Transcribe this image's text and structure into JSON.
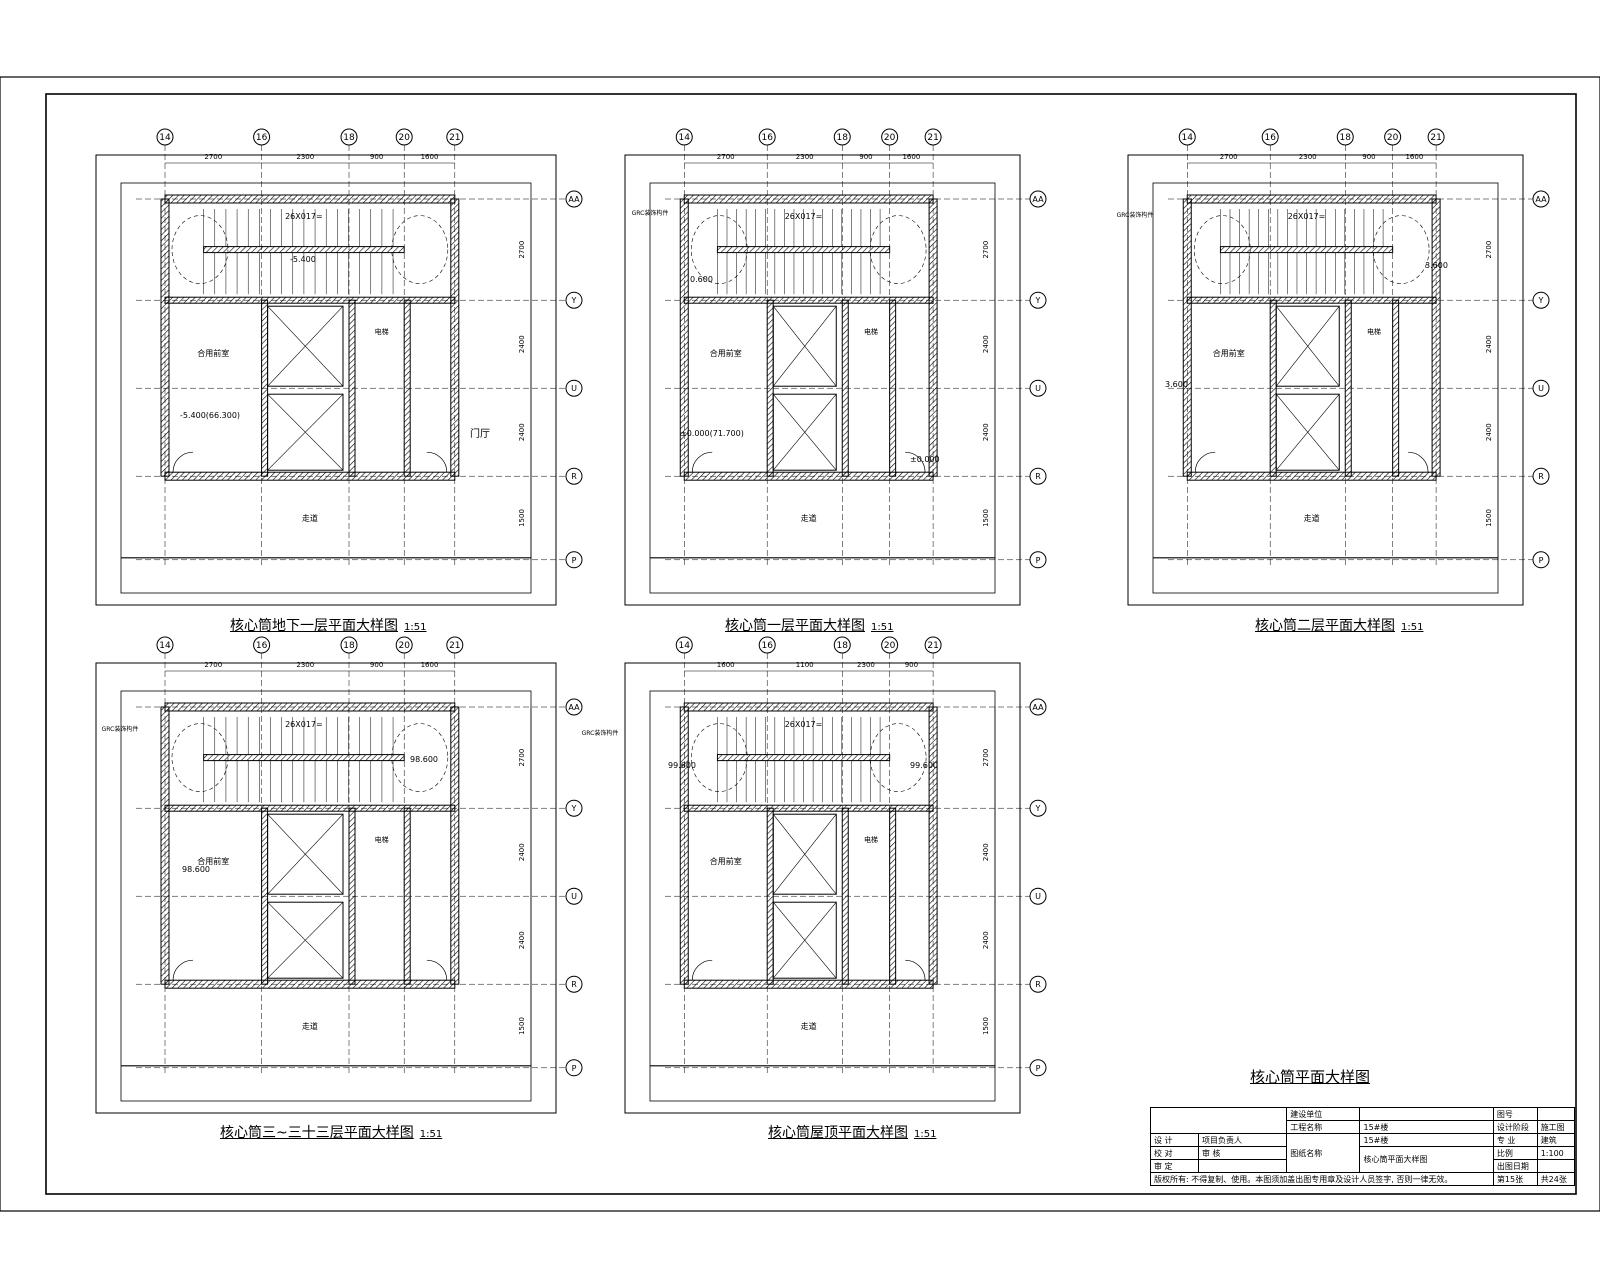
{
  "grid_columns": [
    "14",
    "16",
    "18",
    "20",
    "21"
  ],
  "grid_rows": [
    "AA",
    "Y",
    "U",
    "R",
    "P"
  ],
  "col_dims_a": [
    "2700",
    "2300",
    "900",
    "1600"
  ],
  "col_dims_b": [
    "1600",
    "1100",
    "2300",
    "900",
    "1600"
  ],
  "row_dims": [
    "2700",
    "2400",
    "2400",
    "1500"
  ],
  "plans": [
    {
      "title": "核心筒地下一层平面大样图",
      "scale": "1:51"
    },
    {
      "title": "核心筒一层平面大样图",
      "scale": "1:51"
    },
    {
      "title": "核心筒二层平面大样图",
      "scale": "1:51"
    },
    {
      "title": "核心筒三~三十三层平面大样图",
      "scale": "1:51"
    },
    {
      "title": "核心筒屋顶平面大样图",
      "scale": "1:51"
    }
  ],
  "sheet_title": "核心筒平面大样图",
  "labels": {
    "stair_a": "26X017=",
    "grc": "GRC装饰构件",
    "l1": "-5.400",
    "l2": "-5.400(66.300)",
    "l3": "±0.000(71.700)",
    "l4": "3.600",
    "l5": "98.600",
    "l6": "0.600",
    "l7": "±0.000",
    "l8": "99.600",
    "hall": "合用前室",
    "corridor": "走道",
    "door": "门厅",
    "elev": "电梯"
  },
  "title_block": {
    "unit": "建设单位",
    "project": "工程名称",
    "project_val": "15#楼",
    "sub_val": "15#楼",
    "drawing": "图纸名称",
    "drawing_val": "核心筒平面大样图",
    "design": "设 计",
    "check": "校 对",
    "review": "审 核",
    "approve": "审 定",
    "pm": "项目负责人",
    "phase": "施工图",
    "phase_lbl": "设计阶段",
    "major": "专 业",
    "major_val": "建筑",
    "ratio_lbl": "比例",
    "ratio": "1:100",
    "sheet_no": "第15张",
    "total": "共24张",
    "date_lbl": "出图日期",
    "no_lbl": "图号",
    "note": "版权所有: 不得复制、使用。本图须加盖出图专用章及设计人员签字, 否则一律无效。"
  }
}
